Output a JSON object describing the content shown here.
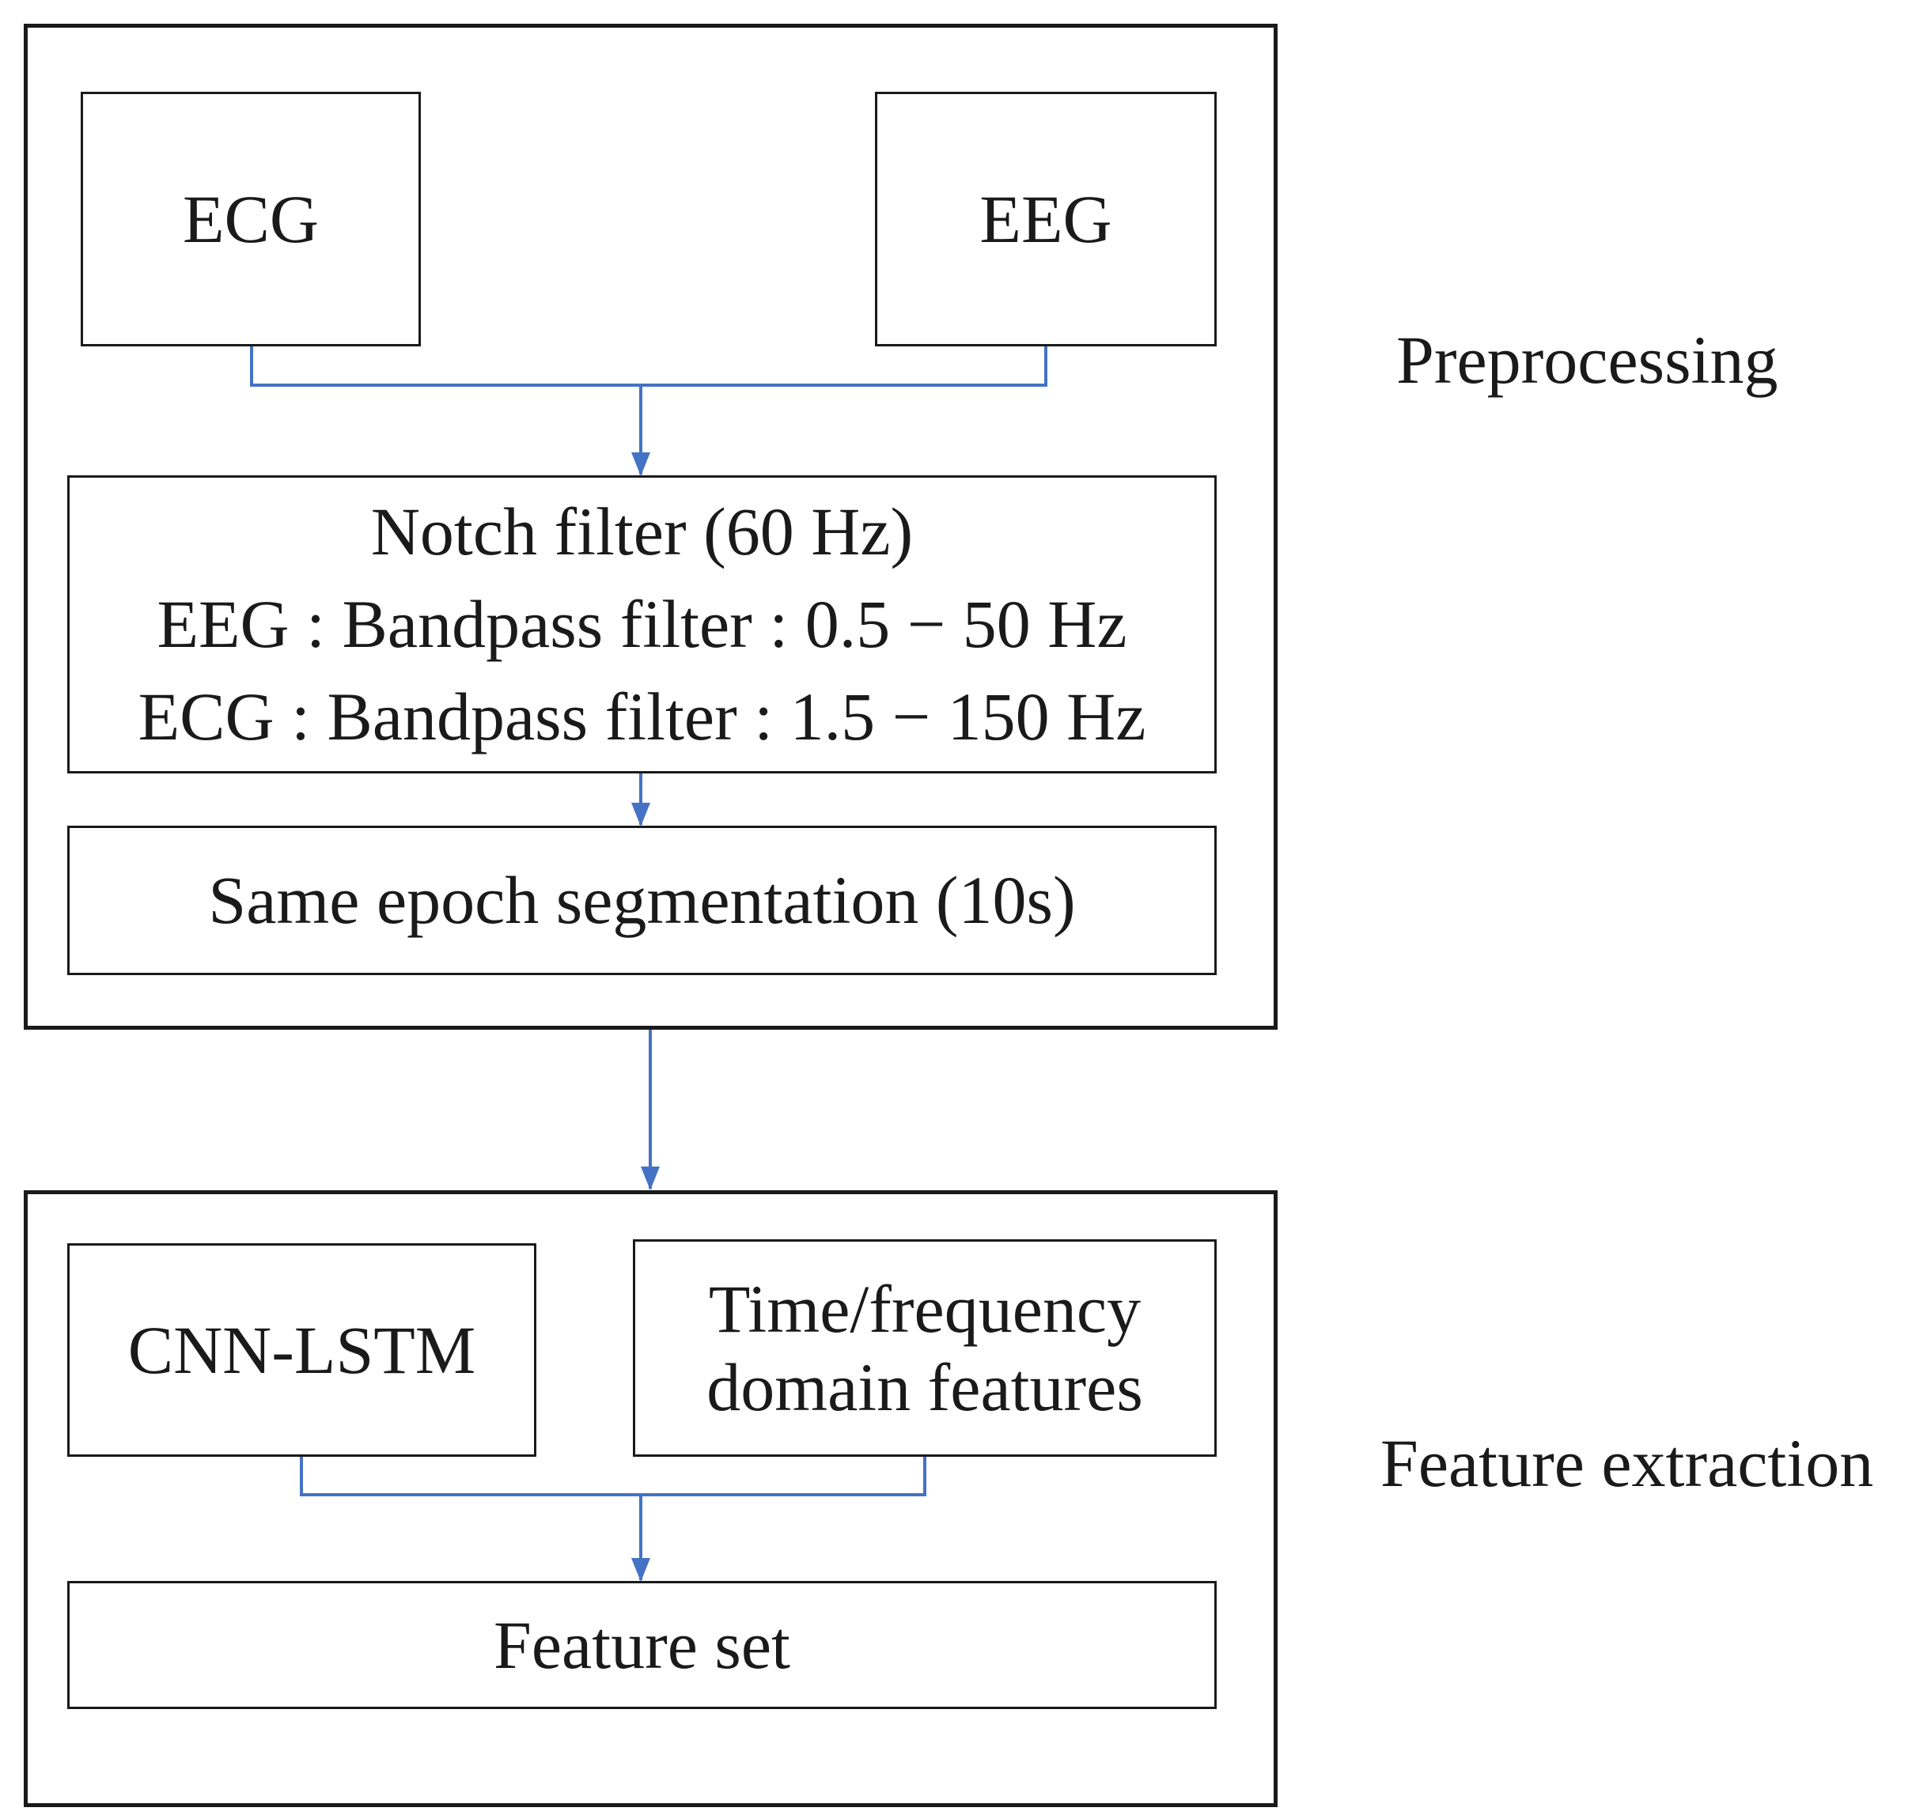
{
  "stages": {
    "preprocessing": {
      "label": "Preprocessing",
      "nodes": {
        "ecg": "ECG",
        "eeg": "EEG",
        "filters": [
          "Notch filter (60 Hz)",
          "EEG : Bandpass filter : 0.5 − 50 Hz",
          "ECG : Bandpass filter : 1.5 − 150 Hz"
        ],
        "segmentation": "Same epoch segmentation (10s)"
      }
    },
    "feature_extraction": {
      "label": "Feature extraction",
      "nodes": {
        "cnn_lstm": "CNN-LSTM",
        "time_frequency": [
          "Time/frequency",
          "domain features"
        ],
        "feature_set": "Feature set"
      }
    }
  },
  "colors": {
    "connector": "#4472C4",
    "border": "#1a1a1a"
  }
}
